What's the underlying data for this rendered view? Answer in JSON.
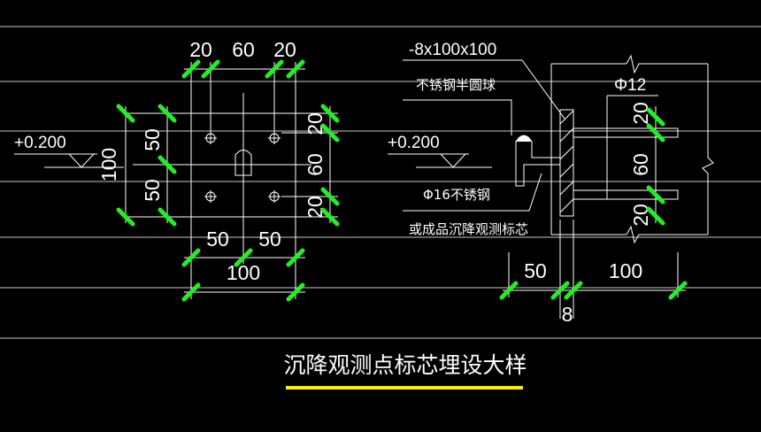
{
  "title": "沉降观测点标芯埋设大样",
  "colors": {
    "background": "#000000",
    "line": "#ffffff",
    "tick": "#22ee22",
    "title_underline": "#ffee00",
    "guide": "#c8c8c8"
  },
  "plan": {
    "elevation": "+0.200",
    "top_dims": [
      "20",
      "60",
      "20"
    ],
    "left_dims": [
      "50",
      "50"
    ],
    "left_total": "100",
    "right_dims": [
      "20",
      "60",
      "20"
    ],
    "bottom_dims": [
      "50",
      "50"
    ],
    "bottom_total": "100"
  },
  "section": {
    "plate_label": "-8x100x100",
    "ball_label": "不锈钢半圆球",
    "bar_size": "Φ12",
    "elevation": "+0.200",
    "rod_label": "Φ16不锈钢",
    "alt_label": "或成品沉降观测标芯",
    "right_dims": [
      "20",
      "60",
      "20"
    ],
    "bottom_dims": [
      "50",
      "100"
    ],
    "plate_thickness": "8"
  }
}
